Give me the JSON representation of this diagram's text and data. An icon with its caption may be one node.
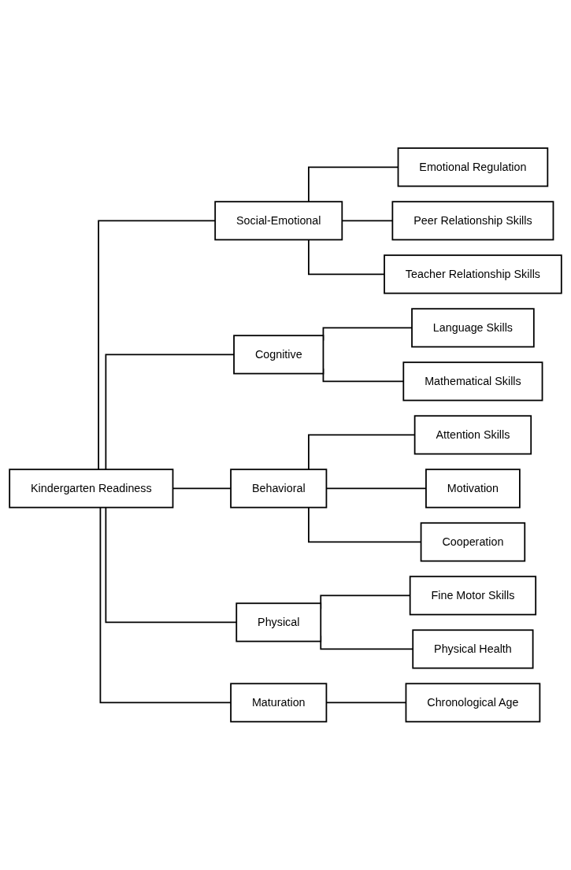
{
  "diagram": {
    "nodes": [
      {
        "text": [
          "Kindergarten Readiness"
        ]
      },
      {
        "text": [
          "Social-Emotional"
        ]
      },
      {
        "text": [
          "Emotional Regulation"
        ]
      },
      {
        "text": [
          "Peer Relationship Skills"
        ]
      },
      {
        "text": [
          "Teacher Relationship Skills"
        ]
      },
      {
        "text": [
          "Cognitive"
        ]
      },
      {
        "text": [
          "Language Skills"
        ]
      },
      {
        "text": [
          "Mathematical Skills"
        ]
      },
      {
        "text": [
          "Behavioral"
        ]
      },
      {
        "text": [
          "Attention Skills"
        ]
      },
      {
        "text": [
          "Motivation"
        ]
      },
      {
        "text": [
          "Cooperation"
        ]
      },
      {
        "text": [
          "Physical"
        ]
      },
      {
        "text": [
          "Fine Motor Skills"
        ]
      },
      {
        "text": [
          "Physical Health"
        ]
      },
      {
        "text": [
          "Maturation"
        ]
      },
      {
        "text": [
          "Chronological Age"
        ]
      }
    ],
    "edges": [
      {
        "from": 0,
        "to": 1,
        "arrow": "none"
      },
      {
        "from": 0,
        "to": 5,
        "arrow": "none"
      },
      {
        "from": 0,
        "to": 8,
        "arrow": "none"
      },
      {
        "from": 0,
        "to": 12,
        "arrow": "none"
      },
      {
        "from": 0,
        "to": 15,
        "arrow": "none"
      },
      {
        "from": 1,
        "to": 2,
        "arrow": "none"
      },
      {
        "from": 1,
        "to": 3,
        "arrow": "none"
      },
      {
        "from": 1,
        "to": 4,
        "arrow": "none"
      },
      {
        "from": 5,
        "to": 6,
        "arrow": "none"
      },
      {
        "from": 5,
        "to": 7,
        "arrow": "none"
      },
      {
        "from": 8,
        "to": 9,
        "arrow": "none"
      },
      {
        "from": 8,
        "to": 10,
        "arrow": "none"
      },
      {
        "from": 8,
        "to": 11,
        "arrow": "none"
      },
      {
        "from": 12,
        "to": 13,
        "arrow": "none"
      },
      {
        "from": 12,
        "to": 14,
        "arrow": "none"
      },
      {
        "from": 15,
        "to": 16,
        "arrow": "none"
      }
    ]
  }
}
